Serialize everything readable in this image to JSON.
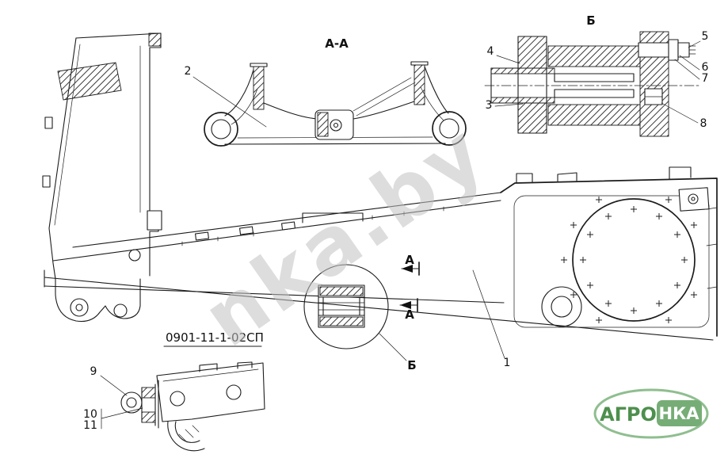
{
  "labels": {
    "section_aa": "А-А",
    "view_b": "Б",
    "detail_b": "Б",
    "cut_arrow_upper": "А",
    "cut_arrow_lower": "А",
    "part_number": "0901-11-1-02СП"
  },
  "callouts": {
    "c1": "1",
    "c2": "2",
    "c3": "3",
    "c4": "4",
    "c5": "5",
    "c6": "6",
    "c7": "7",
    "c8": "8",
    "c9": "9",
    "c10": "10",
    "c11": "11"
  },
  "watermark": {
    "text": "nka.by",
    "color": "#c3c3c3"
  },
  "logo": {
    "brand_left": "АГРО",
    "brand_right": "НКА",
    "ring_color": "#8fbe8f",
    "left_text_color": "#4d8f4d",
    "pill_color": "#76ad76",
    "pill_text_color": "#ffffff"
  },
  "drawing": {
    "line_color": "#1c1c1c",
    "background": "#ffffff"
  }
}
